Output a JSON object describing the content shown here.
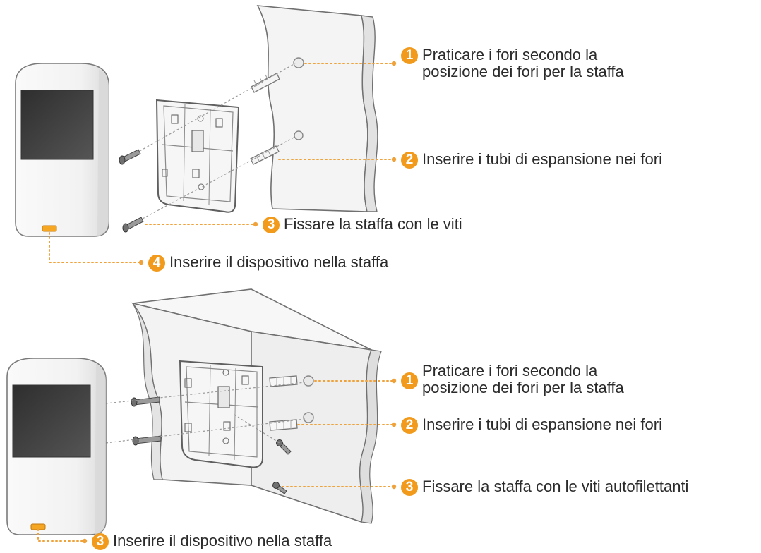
{
  "colors": {
    "accent": "#f29a1b",
    "leader_line": "#f0a23a",
    "outline": "#6f6f6f",
    "wall_fill": "#f4f4f4",
    "device_fill": "#f3f3f3",
    "lens_fill": "#3e3e3e"
  },
  "icons": {
    "badge": "orange-number-circle",
    "screw": "screw-icon",
    "anchor": "expansion-tube-icon"
  },
  "panel_flat_wall": {
    "steps": [
      {
        "number": "1",
        "text": "Praticare i fori secondo la\nposizione dei fori per la staffa"
      },
      {
        "number": "2",
        "text": "Inserire i tubi di espansione nei fori"
      },
      {
        "number": "3",
        "text": "Fissare la staffa con le viti"
      },
      {
        "number": "4",
        "text": "Inserire il dispositivo nella staffa"
      }
    ]
  },
  "panel_corner_wall": {
    "steps": [
      {
        "number": "1",
        "text": "Praticare i fori secondo la\nposizione dei fori per la staffa"
      },
      {
        "number": "2",
        "text": "Inserire i tubi di espansione nei fori"
      },
      {
        "number": "3",
        "text": "Fissare la staffa con le viti autofilettanti"
      },
      {
        "number": "3",
        "text": "Inserire il dispositivo nella staffa"
      }
    ]
  }
}
